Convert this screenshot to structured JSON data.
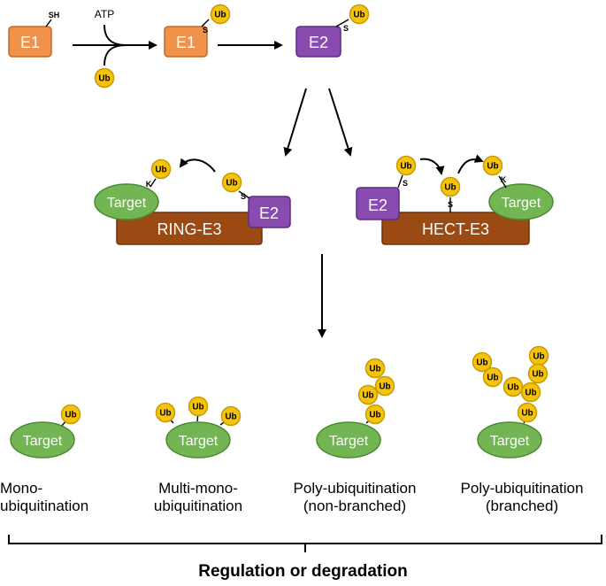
{
  "labels": {
    "e1": "E1",
    "e2": "E2",
    "sh": "SH",
    "s": "S",
    "k": "K",
    "atp": "ATP",
    "ub": "Ub",
    "target": "Target",
    "ring_e3": "RING-E3",
    "hect_e3": "HECT-E3"
  },
  "outcomes": [
    {
      "line1": "Mono-",
      "line2": "ubiquitination"
    },
    {
      "line1": "Multi-mono-",
      "line2": "ubiquitination"
    },
    {
      "line1": "Poly-ubiquitination",
      "line2": "(non-branched)"
    },
    {
      "line1": "Poly-ubiquitination",
      "line2": "(branched)"
    }
  ],
  "conclusion": "Regulation or degradation",
  "colors": {
    "e1": "#f0924a",
    "e1_stroke": "#c46a24",
    "e2": "#8a4bb0",
    "e2_stroke": "#5e2d80",
    "ub": "#f5c40a",
    "ub_stroke": "#c79a00",
    "target": "#72b552",
    "target_stroke": "#4a8a32",
    "e3": "#9a4a12",
    "e3_stroke": "#6e320a"
  }
}
